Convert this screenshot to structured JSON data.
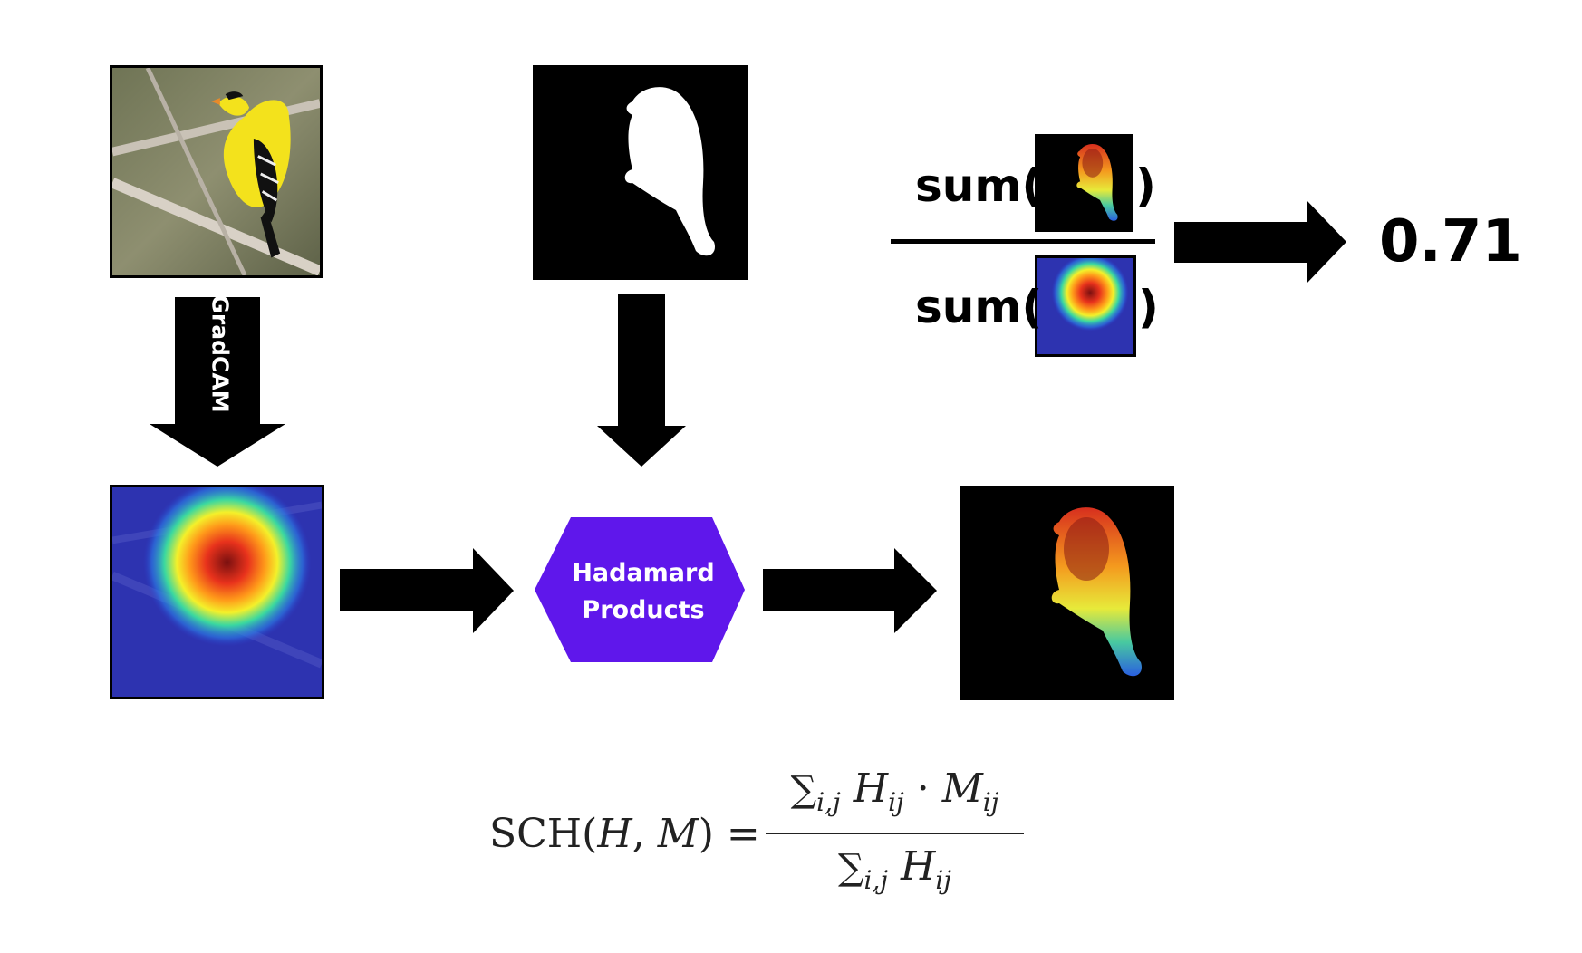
{
  "labels": {
    "gradcam": "GradCAM",
    "hadamard_line1": "Hadamard",
    "hadamard_line2": "Products",
    "sum_numerator_open": "sum(",
    "sum_numerator_close": ")",
    "sum_denominator_open": "sum(",
    "sum_denominator_close": ")",
    "score": "0.71"
  },
  "formula": {
    "lhs_prefix": "SCH(",
    "lhs_H": "H",
    "lhs_comma": ", ",
    "lhs_M": "M",
    "lhs_suffix": ") =",
    "sum_symbol": "∑",
    "num_sub": "i,j",
    "num_H": "H",
    "num_H_sub": "ij",
    "num_dot": " · ",
    "num_M": "M",
    "num_M_sub": "ij",
    "den_sub": "i,j",
    "den_H": "H",
    "den_H_sub": "ij"
  },
  "colors": {
    "arrow": "#000000",
    "hexagon": "#5f17eb",
    "hexagon_text": "#ffffff",
    "heatmap_background": "#2a2fa6",
    "mask_background": "#000000"
  },
  "icons": {
    "input_image": "goldfinch-photo",
    "mask": "bird-silhouette-mask",
    "heatmap": "gradcam-heatmap",
    "masked_heatmap": "masked-heatmap"
  }
}
